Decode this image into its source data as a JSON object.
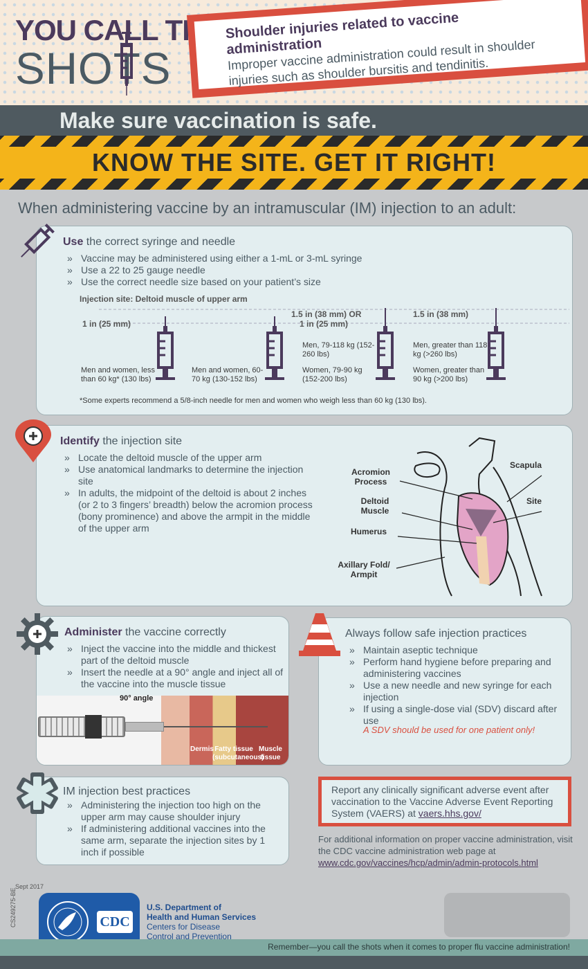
{
  "logo": {
    "line1": "YOU CALL THE",
    "line2": "SHOTS"
  },
  "callout": {
    "title": "Shoulder injuries related to vaccine administration",
    "body": "Improper vaccine administration could result in shoulder injuries such as shoulder bursitis and tendinitis."
  },
  "banner": "Make sure vaccination is safe.",
  "headline": "KNOW THE SITE. GET IT RIGHT!",
  "intro": "When administering vaccine by an intramuscular (IM) injection to an adult:",
  "use": {
    "title_bold": "Use",
    "title_rest": " the correct syringe and needle",
    "bullets": [
      "Vaccine may be administered using either a 1-mL or 3-mL syringe",
      "Use a 22 to 25 gauge needle",
      "Use the correct needle size based on your patient’s size"
    ],
    "site_label": "Injection site: Deltoid muscle of upper arm",
    "sizes": [
      "1 in (25 mm)",
      "1.5 in (38 mm) OR",
      "1 in (25 mm)",
      "1.5 in (38 mm)"
    ],
    "groups": [
      "Men and women, less than 60 kg* (130 lbs)",
      "Men and women, 60-70 kg (130-152 lbs)",
      "Men, 79-118 kg (152-260 lbs)",
      "Women, 79-90 kg (152-200 lbs)",
      "Men, greater than 118 kg (>260 lbs)",
      "Women, greater than 90 kg (>200 lbs)"
    ],
    "footnote": "*Some experts recommend a 5/8-inch needle for men and women who weigh less than 60 kg (130 lbs)."
  },
  "identify": {
    "title_bold": "Identify",
    "title_rest": " the injection site",
    "bullets": [
      "Locate the deltoid muscle of the upper arm",
      "Use anatomical landmarks to determine the injection site",
      "In adults, the midpoint of the deltoid is about 2 inches (or 2 to 3 fingers’ breadth) below the acromion process (bony prominence) and above the armpit in the middle of the upper arm"
    ],
    "labels": {
      "acromion": "Acromion Process",
      "deltoid": "Deltoid Muscle",
      "humerus": "Humerus",
      "axillary": "Axillary Fold/ Armpit",
      "scapula": "Scapula",
      "site": "Site"
    }
  },
  "administer": {
    "title_bold": "Administer",
    "title_rest": " the vaccine correctly",
    "bullets": [
      "Inject the vaccine into the middle and thickest part of the deltoid muscle",
      "Insert the needle at a 90° angle and inject all of the vaccine into the muscle tissue"
    ],
    "angle": "90° angle",
    "layers": [
      "Dermis",
      "Fatty tissue (subcutaneous)",
      "Muscle tissue"
    ]
  },
  "safe": {
    "title": "Always follow safe injection practices",
    "bullets": [
      "Maintain aseptic technique",
      "Perform hand hygiene before preparing and administering vaccines",
      "Use a new needle and new syringe for each injection",
      "If using a single-dose vial (SDV) discard after use"
    ],
    "warning": "A SDV should be used for one patient only!"
  },
  "best": {
    "title": "IM injection best practices",
    "bullets": [
      "Administering the injection too high on the upper arm may cause shoulder injury",
      "If administering additional vaccines into the same arm, separate the injection sites by 1 inch if possible"
    ]
  },
  "vaers": {
    "text": "Report any clinically significant adverse event after vaccination to the Vaccine Adverse Event Reporting System (VAERS) at ",
    "link": "vaers.hhs.gov/"
  },
  "more": {
    "text": "For additional information on proper vaccine administration, visit the CDC vaccine administration web page at",
    "link": "www.cdc.gov/vaccines/hcp/admin/admin-protocols.html"
  },
  "footer": {
    "date": "Sept 2017",
    "code": "CS249275-BE",
    "hhs_lines": [
      "U.S. Department of",
      "Health and Human Services",
      "Centers for Disease",
      "Control and Prevention"
    ],
    "cdc": "CDC",
    "remember": "Remember—you call the shots when it comes to proper flu vaccine administration!"
  },
  "colors": {
    "accent_red": "#d94f3f",
    "purple": "#4b3a5c",
    "slate": "#4f5a60",
    "hazard_yellow": "#f4b41a"
  }
}
